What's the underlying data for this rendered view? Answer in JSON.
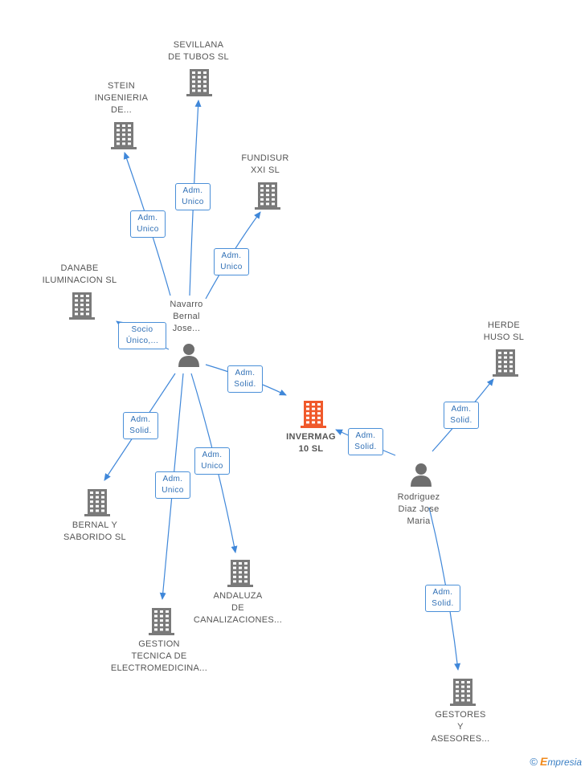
{
  "colors": {
    "edge": "#3f87d9",
    "building": "#7a7a7a",
    "focus_building": "#f0592b",
    "person": "#6e6e6e"
  },
  "nodes": {
    "sevillana": [
      "SEVILLANA",
      "DE TUBOS  SL"
    ],
    "stein": [
      "STEIN",
      "INGENIERIA",
      "DE..."
    ],
    "fundisur": [
      "FUNDISUR",
      "XXI  SL"
    ],
    "danabe": [
      "DANABE",
      "ILUMINACION SL"
    ],
    "navarro": [
      "Navarro",
      "Bernal",
      "Jose..."
    ],
    "invermag": [
      "INVERMAG",
      "10  SL"
    ],
    "herde": [
      "HERDE",
      "HUSO  SL"
    ],
    "rodriguez": [
      "Rodriguez",
      "Diaz Jose",
      "Maria"
    ],
    "bernal": [
      "BERNAL Y",
      "SABORIDO SL"
    ],
    "gestion": [
      "GESTION",
      "TECNICA DE",
      "ELECTROMEDICINA..."
    ],
    "andaluza": [
      "ANDALUZA",
      "DE",
      "CANALIZACIONES..."
    ],
    "gestores": [
      "GESTORES",
      "Y",
      "ASESORES..."
    ]
  },
  "edges": {
    "sevillana": [
      "Adm.",
      "Unico"
    ],
    "stein": [
      "Adm.",
      "Unico"
    ],
    "fundisur": [
      "Adm.",
      "Unico"
    ],
    "danabe": [
      "Socio",
      "Único,..."
    ],
    "invermag_navarro": [
      "Adm.",
      "Solid."
    ],
    "bernal": [
      "Adm.",
      "Solid."
    ],
    "gestion": [
      "Adm.",
      "Unico"
    ],
    "andaluza": [
      "Adm.",
      "Unico"
    ],
    "invermag_rodriguez": [
      "Adm.",
      "Solid."
    ],
    "herde": [
      "Adm.",
      "Solid."
    ],
    "gestores": [
      "Adm.",
      "Solid."
    ]
  },
  "brand": {
    "copyright": "©",
    "e": "E",
    "rest": "mpresia"
  }
}
